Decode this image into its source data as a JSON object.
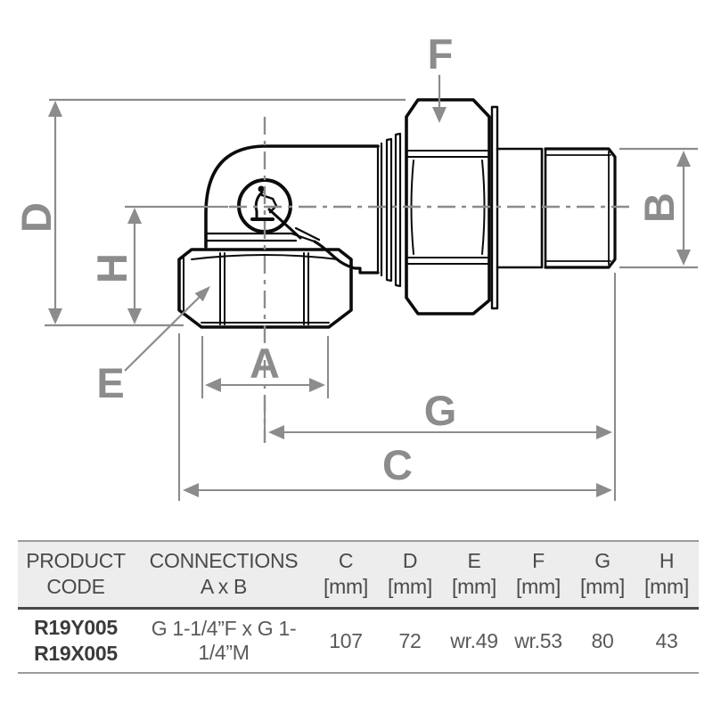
{
  "drawing": {
    "dim_labels": {
      "A": "A",
      "B": "B",
      "C": "C",
      "D": "D",
      "E": "E",
      "F": "F",
      "G": "G",
      "H": "H"
    },
    "colors": {
      "dimension_gray": "#8c8c8c",
      "line_black": "#0b0b0b"
    }
  },
  "table": {
    "columns": {
      "product_code": {
        "line1": "PRODUCT",
        "line2": "CODE"
      },
      "connections": {
        "line1": "CONNECTIONS",
        "line2": "A x B"
      },
      "dims": [
        {
          "letter": "C",
          "unit": "[mm]"
        },
        {
          "letter": "D",
          "unit": "[mm]"
        },
        {
          "letter": "E",
          "unit": "[mm]"
        },
        {
          "letter": "F",
          "unit": "[mm]"
        },
        {
          "letter": "G",
          "unit": "[mm]"
        },
        {
          "letter": "H",
          "unit": "[mm]"
        }
      ]
    },
    "row": {
      "codes": {
        "line1": "R19Y005",
        "line2": "R19X005"
      },
      "connections": "G 1-1/4”F x G 1-1/4”M",
      "values": [
        "107",
        "72",
        "wr.49",
        "wr.53",
        "80",
        "43"
      ]
    }
  }
}
